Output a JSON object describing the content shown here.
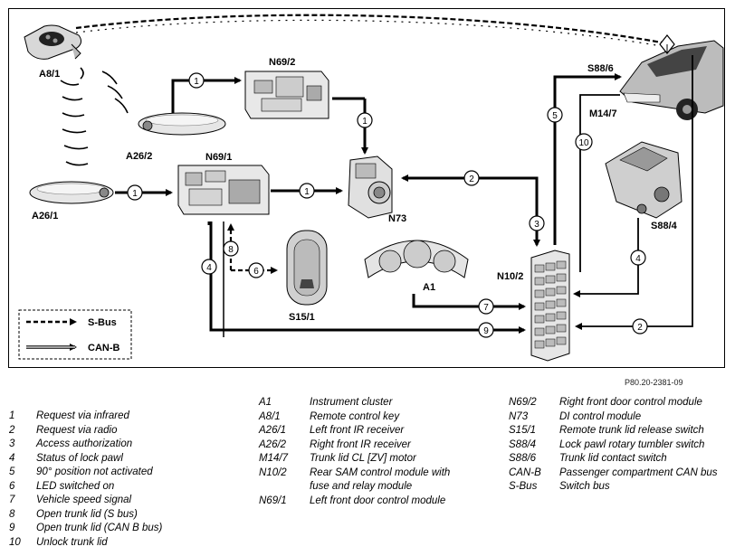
{
  "diagram": {
    "components": {
      "a8_1": "A8/1",
      "n69_2": "N69/2",
      "a26_2": "A26/2",
      "n69_1": "N69/1",
      "a26_1": "A26/1",
      "n73": "N73",
      "s15_1": "S15/1",
      "a1": "A1",
      "n10_2": "N10/2",
      "s88_6": "S88/6",
      "m14_7": "M14/7",
      "s88_4": "S88/4"
    },
    "markers": {
      "m1": "1",
      "m2": "2",
      "m3": "3",
      "m4": "4",
      "m5": "5",
      "m6": "6",
      "m7": "7",
      "m8": "8",
      "m9": "9",
      "m10": "10"
    },
    "bus_legend": {
      "s_bus": "S-Bus",
      "can_b": "CAN-B"
    },
    "reference": "P80.20-2381-09"
  },
  "legend_numbers": [
    {
      "key": "1",
      "text": "Request via infrared"
    },
    {
      "key": "2",
      "text": "Request via radio"
    },
    {
      "key": "3",
      "text": "Access authorization"
    },
    {
      "key": "4",
      "text": "Status of lock pawl"
    },
    {
      "key": "5",
      "text": "90° position not activated"
    },
    {
      "key": "6",
      "text": "LED switched on"
    },
    {
      "key": "7",
      "text": "Vehicle speed signal"
    },
    {
      "key": "8",
      "text": "Open trunk lid (S bus)"
    },
    {
      "key": "9",
      "text": "Open trunk lid (CAN B bus)"
    },
    {
      "key": "10",
      "text": "Unlock trunk lid"
    }
  ],
  "legend_components": [
    {
      "key": "A1",
      "text": "Instrument cluster"
    },
    {
      "key": "A8/1",
      "text": "Remote control key"
    },
    {
      "key": "A26/1",
      "text": "Left front IR receiver"
    },
    {
      "key": "A26/2",
      "text": "Right front IR receiver"
    },
    {
      "key": "M14/7",
      "text": "Trunk lid CL [ZV] motor"
    },
    {
      "key": "N10/2",
      "text": "Rear SAM control module with fuse and relay module"
    },
    {
      "key": "N69/1",
      "text": "Left front door control module"
    }
  ],
  "legend_components2": [
    {
      "key": "N69/2",
      "text": "Right front door control module"
    },
    {
      "key": "N73",
      "text": "DI control module"
    },
    {
      "key": "S15/1",
      "text": "Remote trunk lid release switch"
    },
    {
      "key": "S88/4",
      "text": "Lock pawl rotary tumbler switch"
    },
    {
      "key": "S88/6",
      "text": "Trunk lid contact switch"
    },
    {
      "key": "CAN-B",
      "text": "Passenger compartment CAN bus"
    },
    {
      "key": "S-Bus",
      "text": "Switch bus"
    }
  ]
}
